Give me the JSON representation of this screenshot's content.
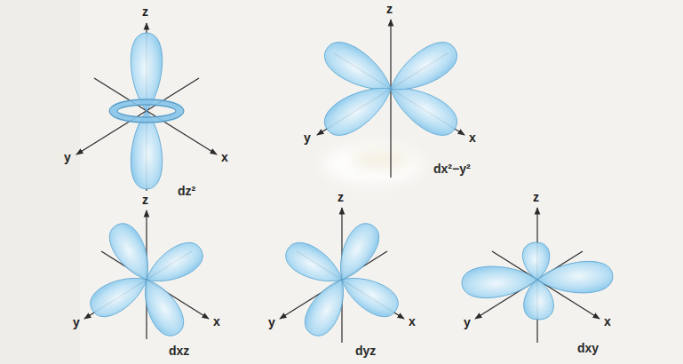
{
  "diagram": {
    "labels": [
      "z",
      "y",
      "x",
      "dz²",
      "z",
      "y",
      "x",
      "dx²−y²",
      "z",
      "y",
      "x",
      "dxz",
      "z",
      "y",
      "x",
      "dyz",
      "z",
      "y",
      "x",
      "dxy"
    ]
  }
}
